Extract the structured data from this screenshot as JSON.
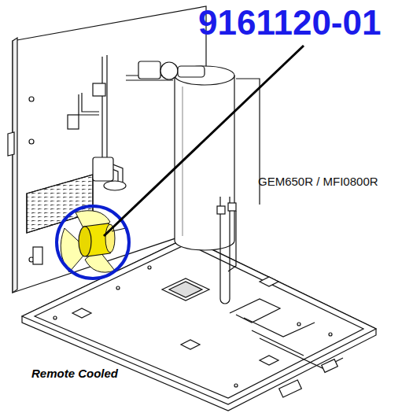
{
  "diagram": {
    "labels": [
      "9161120-01",
      "GEM650R / MFI0800R",
      "Remote Cooled"
    ]
  }
}
